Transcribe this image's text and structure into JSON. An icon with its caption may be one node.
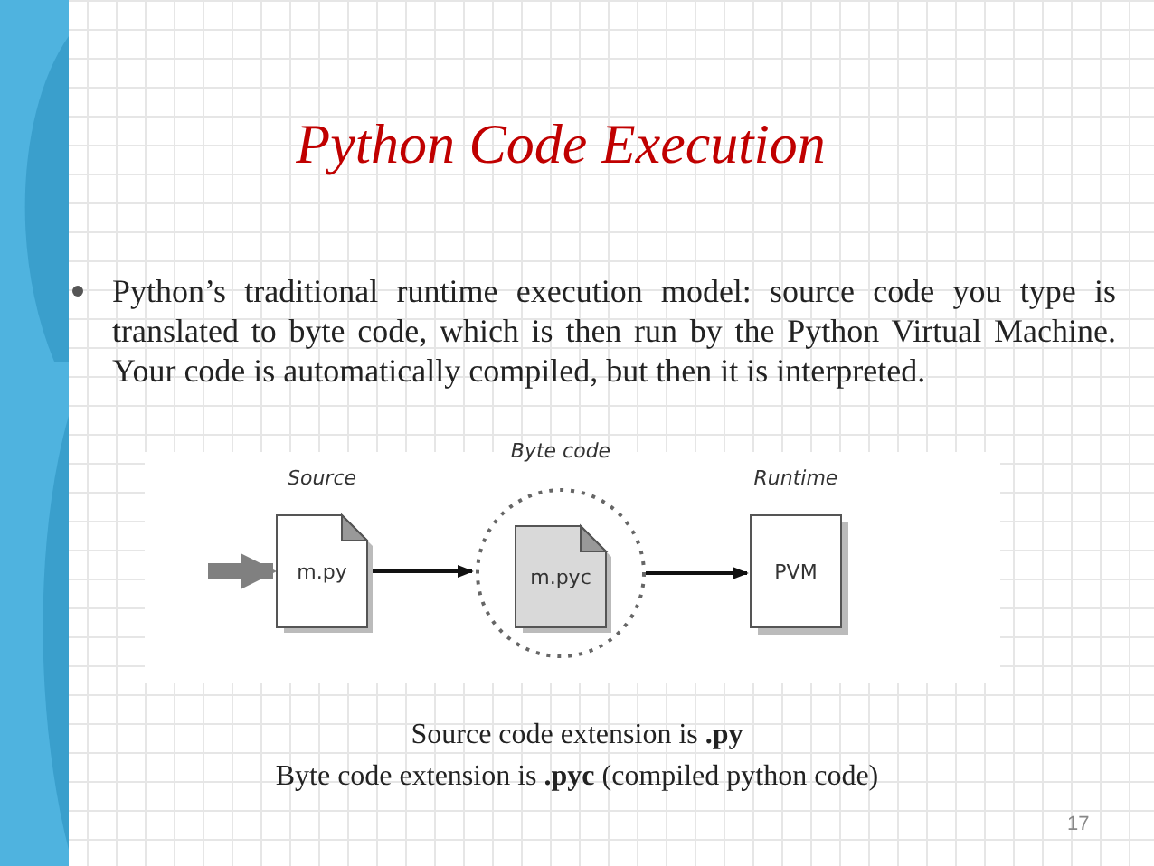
{
  "diagram": {
    "title": "Python Code Execution",
    "nodes": [
      {
        "text": [
          "m.py"
        ],
        "beside": [
          "Source"
        ]
      },
      {
        "text": [],
        "shape": "circle",
        "beside": [
          "Byte code"
        ]
      },
      {
        "text": [
          "m.pyc"
        ],
        "in": 1
      },
      {
        "text": [
          "PVM"
        ],
        "beside": [
          "Runtime"
        ]
      }
    ],
    "edges": [
      {
        "from": null,
        "to": 0,
        "arrow": "to",
        "style": "thick",
        "color": "#808080"
      },
      {
        "from": 0,
        "to": 1,
        "arrow": "to"
      },
      {
        "from": 1,
        "to": 3,
        "arrow": "to"
      }
    ],
    "labels": [
      "Python’s traditional runtime execution model: source code you type is translated to byte code, which is then run by the Python Virtual Machine. Your code is automatically compiled, but then it is interpreted.",
      "Source code extension is **.py**",
      "Byte code extension is **.pyc** (compiled python code)",
      "17"
    ]
  }
}
